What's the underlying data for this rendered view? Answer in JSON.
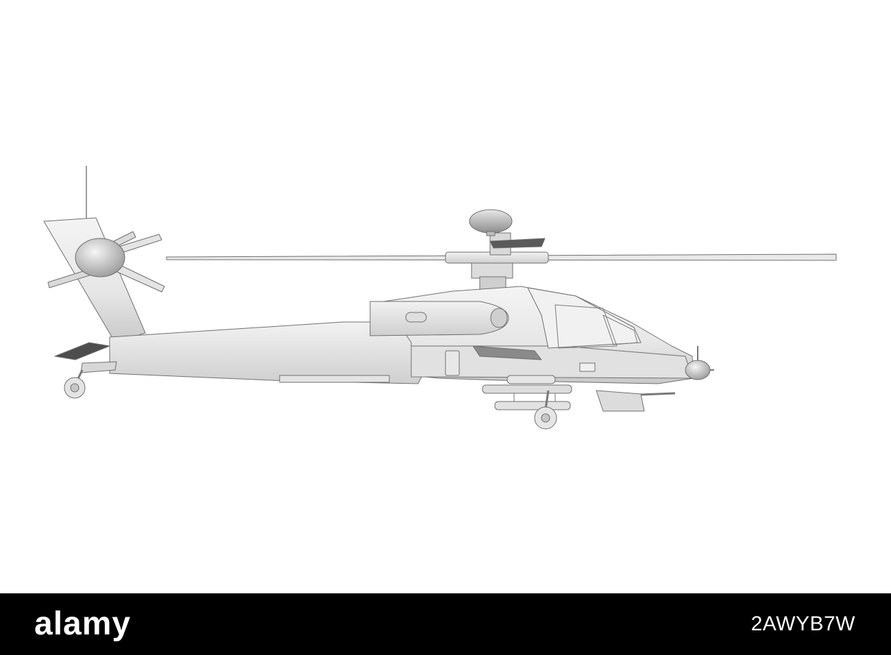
{
  "footer": {
    "brand": "alamy",
    "image_id": "2AWYB7W"
  },
  "colors": {
    "background": "#ffffff",
    "footer": "#000000",
    "footer_text": "#ffffff",
    "body_light": "#eeeeee",
    "body_mid": "#d6d6d6",
    "body_shadow": "#8a8a8a",
    "outline": "#6e6e6e"
  },
  "scene": {
    "subject_icon": "attack-helicopter-illustration"
  }
}
